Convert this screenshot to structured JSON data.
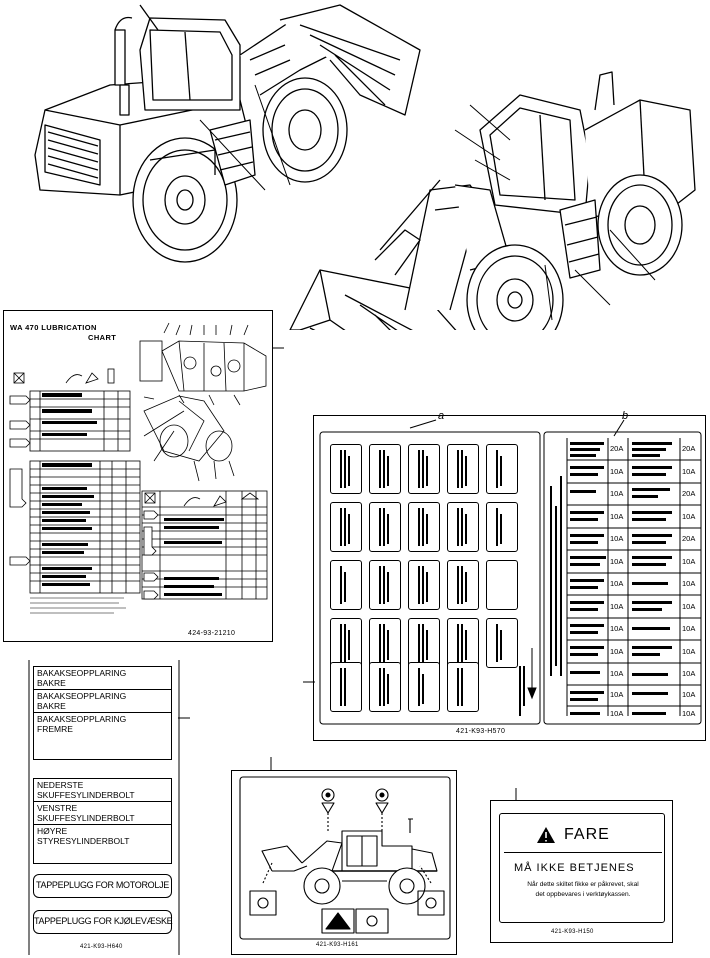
{
  "lubrication_chart": {
    "title": "WA 470   LUBRICATION",
    "subtitle": "CHART",
    "part_number": "424-93-21210"
  },
  "fuse_label": {
    "callout_a": "a",
    "callout_b": "b",
    "part_number": "421-K93-H570",
    "amps_left": [
      "20A",
      "10A",
      "10A",
      "10A",
      "10A",
      "10A",
      "10A",
      "10A",
      "10A",
      "10A",
      "10A",
      "10A",
      "10A"
    ],
    "amps_right": [
      "20A",
      "10A",
      "20A",
      "10A",
      "20A",
      "10A",
      "10A",
      "10A",
      "10A",
      "10A",
      "10A",
      "10A",
      "10A"
    ]
  },
  "norwegian_labels": {
    "items": [
      "BAKAKSEOPPLARING",
      "BAKRE",
      "BAKAKSEOPPLARING",
      "BAKRE",
      "BAKAKSEOPPLARING",
      "FREMRE",
      "NEDERSTE",
      "SKUFFESYLINDERBOLT",
      "VENSTRE",
      "SKUFFESYLINDERBOLT",
      "HØYRE",
      "STYRESYLINDERBOLT"
    ],
    "tap_motor": "TAPPEPLUGG FOR MOTOROLJE",
    "tap_kjole": "TAPPEPLUGG FOR KJØLEVÆSKE",
    "part_number": "421-K93-H640"
  },
  "loader_label": {
    "part_number": "421-K93-H161"
  },
  "fare_label": {
    "warning_word": "FARE",
    "line1": "MÅ IKKE  BETJENES",
    "line2": "Når dette skiltet fikke er påkrevet, skal",
    "line3": "det oppbevares i verktøykassen.",
    "part_number": "421-K93-H150"
  },
  "colors": {
    "ink": "#000000",
    "paper": "#ffffff"
  }
}
